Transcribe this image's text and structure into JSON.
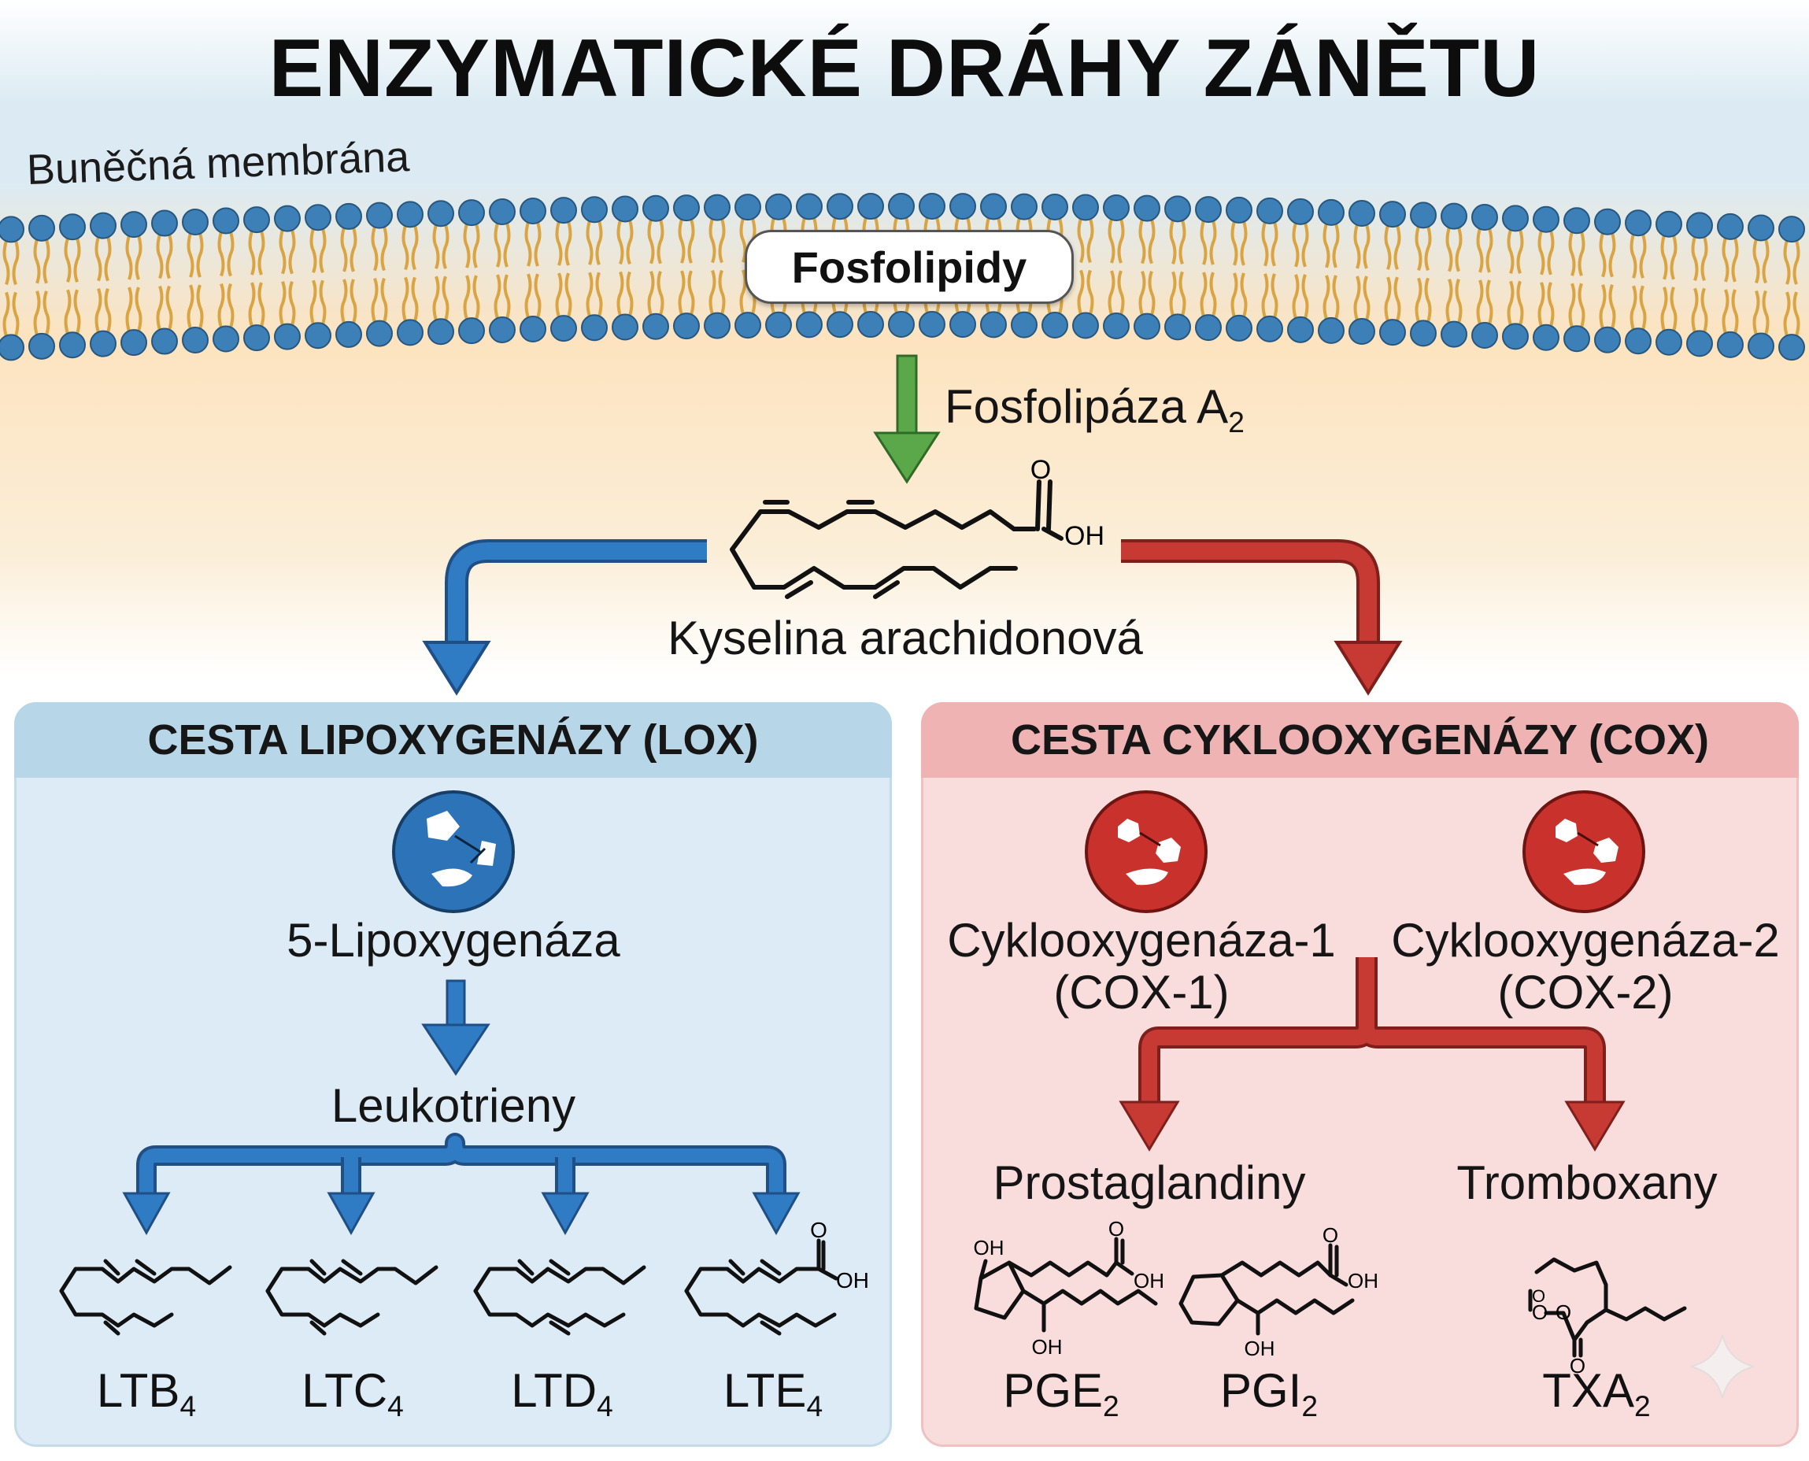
{
  "title": "ENZYMATICKÉ DRÁHY ZÁNĚTU",
  "membrane_label": "Buněčná membrána",
  "phospholipids": "Fosfolipidy",
  "enzyme_pla2": {
    "text": "Fosfolipáza A",
    "sub": "2"
  },
  "arachidonic": {
    "name": "Kyselina arachidonová",
    "oxygen": "O",
    "oh": "OH"
  },
  "lox": {
    "title": "CESTA LIPOXYGENÁZY (LOX)",
    "enzyme": "5-Lipoxygenáza",
    "product": "Leukotrieny",
    "items": [
      {
        "main": "LTB",
        "sub": "4"
      },
      {
        "main": "LTC",
        "sub": "4"
      },
      {
        "main": "LTD",
        "sub": "4"
      },
      {
        "main": "LTE",
        "sub": "4"
      }
    ],
    "lte_o": "O",
    "lte_oh": "OH"
  },
  "cox": {
    "title": "CESTA CYKLOOXYGENÁZY (COX)",
    "enzyme1": {
      "name": "Cyklooxygenáza-1",
      "abbr": "(COX-1)"
    },
    "enzyme2": {
      "name": "Cyklooxygenáza-2",
      "abbr": "(COX-2)"
    },
    "products": [
      "Prostaglandiny",
      "Tromboxany"
    ],
    "items": [
      {
        "main": "PGE",
        "sub": "2"
      },
      {
        "main": "PGI",
        "sub": "2"
      },
      {
        "main": "TXA",
        "sub": "2"
      }
    ],
    "chem_labels": {
      "oh": "OH",
      "o": "O"
    }
  },
  "colors": {
    "lox_arrow": "#2f7bc4",
    "cox_arrow": "#c73a34",
    "pla2_arrow": "#5aa84a",
    "head_blue": "#3d80b8",
    "tail_gold": "#d9a441"
  },
  "icons": [
    "enzyme-5lox-icon",
    "enzyme-cox1-icon",
    "enzyme-cox2-icon",
    "sparkle-icon"
  ]
}
